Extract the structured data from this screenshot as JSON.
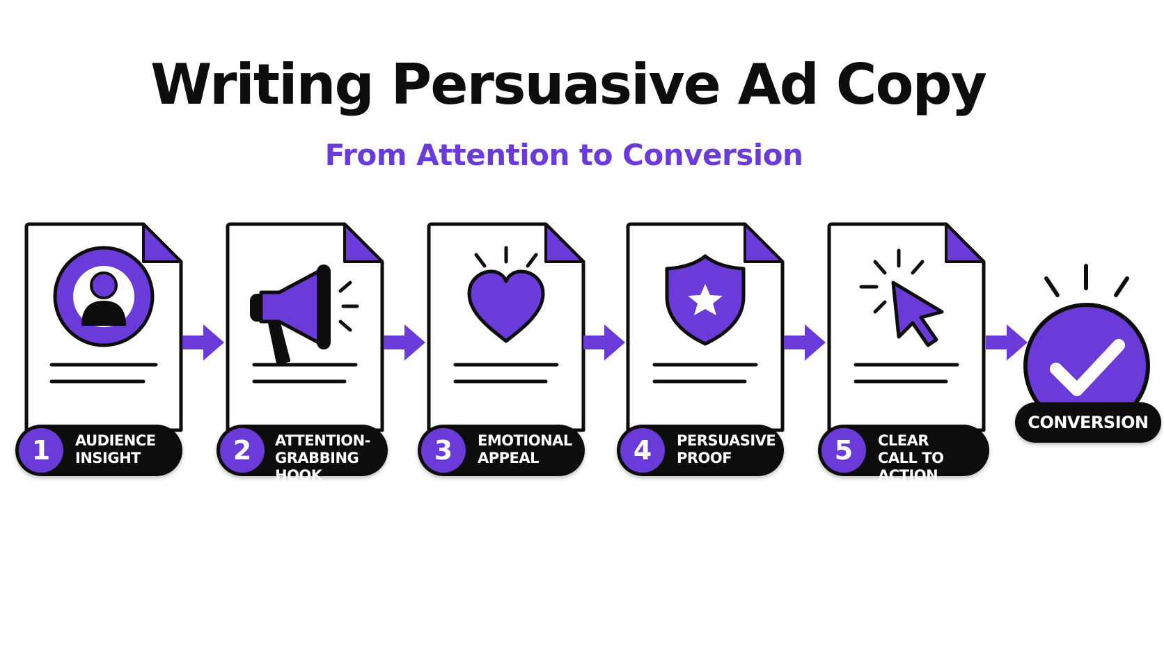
{
  "title": "Writing Persuasive Ad Copy",
  "subtitle": "From Attention to Conversion",
  "colors": {
    "accent": "#6a3bd8",
    "ink": "#0d0d0d",
    "background": "#ffffff"
  },
  "steps": [
    {
      "number": "1",
      "label": "AUDIENCE\nINSIGHT",
      "icon": "user-icon"
    },
    {
      "number": "2",
      "label": "ATTENTION-\nGRABBING HOOK",
      "icon": "megaphone-icon"
    },
    {
      "number": "3",
      "label": "EMOTIONAL\nAPPEAL",
      "icon": "heart-icon"
    },
    {
      "number": "4",
      "label": "PERSUASIVE\nPROOF",
      "icon": "shield-star-icon"
    },
    {
      "number": "5",
      "label": "CLEAR\nCALL TO ACTION",
      "icon": "cursor-click-icon"
    }
  ],
  "final": {
    "label": "CONVERSION",
    "icon": "checkmark-icon"
  }
}
